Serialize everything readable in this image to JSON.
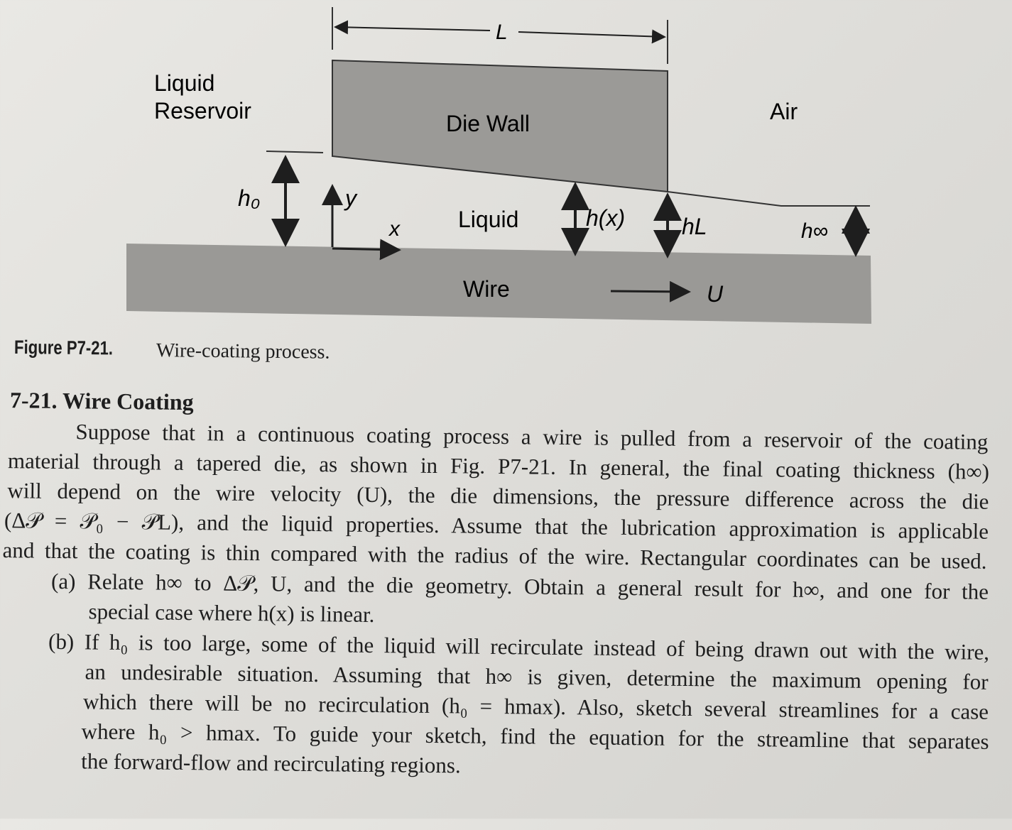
{
  "figure": {
    "labels": {
      "length": "L",
      "reservoir_line1": "Liquid",
      "reservoir_line2": "Reservoir",
      "die_wall": "Die Wall",
      "air": "Air",
      "h0": "h₀",
      "y_axis": "y",
      "x_axis": "x",
      "liquid": "Liquid",
      "hx": "h(x)",
      "hL": "hL",
      "hinf": "h∞",
      "wire": "Wire",
      "velocity": "U"
    },
    "caption_label": "Figure P7-21.",
    "caption_text": "Wire-coating process.",
    "colors": {
      "die": "#9b9a97",
      "wire": "#9a9996",
      "ink": "#1e1e1e"
    }
  },
  "problem": {
    "heading": "7-21. Wire Coating",
    "intro": [
      "Suppose that in a continuous coating process a wire is pulled from a reservoir of the coating",
      "material through a tapered die, as shown in Fig. P7-21. In general, the final coating thickness (h∞)",
      "will depend on the wire velocity (U), the die dimensions, the pressure difference across the die",
      "(Δ𝒫 = 𝒫₀ − 𝒫L), and the liquid properties. Assume that the lubrication approximation is applicable",
      "and that the coating is thin compared with the radius of the wire. Rectangular coordinates can be used."
    ],
    "part_a": [
      "(a) Relate h∞ to Δ𝒫, U, and the die geometry. Obtain a general result for h∞, and one for the",
      "special case where h(x) is linear."
    ],
    "part_b": [
      "(b) If h₀ is too large, some of the liquid will recirculate instead of being drawn out with the wire,",
      "an undesirable situation. Assuming that h∞ is given, determine the maximum opening for",
      "which there will be no recirculation (h₀ = hmax). Also, sketch several streamlines for a case",
      "where h₀ > hmax. To guide your sketch, find the equation for the streamline that separates",
      "the forward-flow and recirculating regions."
    ]
  }
}
